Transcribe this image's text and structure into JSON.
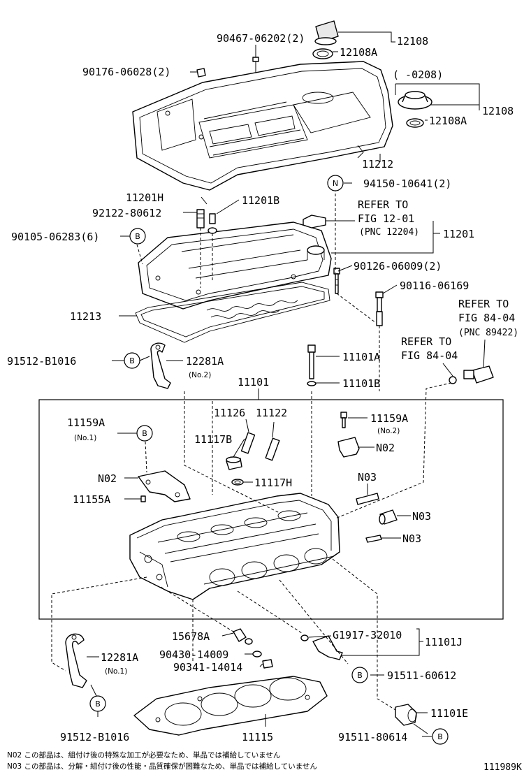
{
  "labels": {
    "l_90467": "90467-06202(2)",
    "l_12108_top": "12108",
    "l_12108A_top": "12108A",
    "l_90176": "90176-06028(2)",
    "l_range": "(      -0208)",
    "l_12108_r": "12108",
    "l_12108A_r": "12108A",
    "l_11212": "11212",
    "l_94150": "94150-10641(2)",
    "l_11201H": "11201H",
    "l_11201B": "11201B",
    "l_92122": "92122-80612",
    "l_refer1_a": "REFER TO",
    "l_refer1_b": "FIG 12-01",
    "l_refer1_c": "(PNC 12204)",
    "l_11201": "11201",
    "l_90105": "90105-06283(6)",
    "l_90126": "90126-06009(2)",
    "l_90116": "90116-06169",
    "l_11213": "11213",
    "l_refer2_a": "REFER TO",
    "l_refer2_b": "FIG 84-04",
    "l_refer2_c": "(PNC 89422)",
    "l_refer3_a": "REFER TO",
    "l_refer3_b": "FIG 84-04",
    "l_91512_top": "91512-B1016",
    "l_12281A_top": "12281A",
    "l_no2_a": "(No.2)",
    "l_11101A": "11101A",
    "l_11101": "11101",
    "l_11101B": "11101B",
    "l_11126": "11126",
    "l_11122": "11122",
    "l_11159A_l": "11159A",
    "l_no1_a": "(No.1)",
    "l_11117B": "11117B",
    "l_11159A_r": "11159A",
    "l_no2_b": "(No.2)",
    "l_N02_r": "N02",
    "l_N02_l": "N02",
    "l_11117H": "11117H",
    "l_N03_a": "N03",
    "l_11155A": "11155A",
    "l_N03_b": "N03",
    "l_N03_c": "N03",
    "l_15678A": "15678A",
    "l_G1917": "G1917-32010",
    "l_11101J": "11101J",
    "l_12281A_bot": "12281A",
    "l_no1_b": "(No.1)",
    "l_90430": "90430-14009",
    "l_90341": "90341-14014",
    "l_91511_a": "91511-60612",
    "l_11101E": "11101E",
    "l_91512_bot": "91512-B1016",
    "l_11115": "11115",
    "l_91511_b": "91511-80614",
    "note_n02": "N02 この部品は、組付け後の特殊な加工が必要なため、単品では補給していません",
    "note_n03": "N03 この部品は、分解・組付け後の性能・品質確保が困難なため、単品では補給していません",
    "diagram_id": "111989K"
  },
  "callouts": {
    "b": "B",
    "n": "N"
  }
}
